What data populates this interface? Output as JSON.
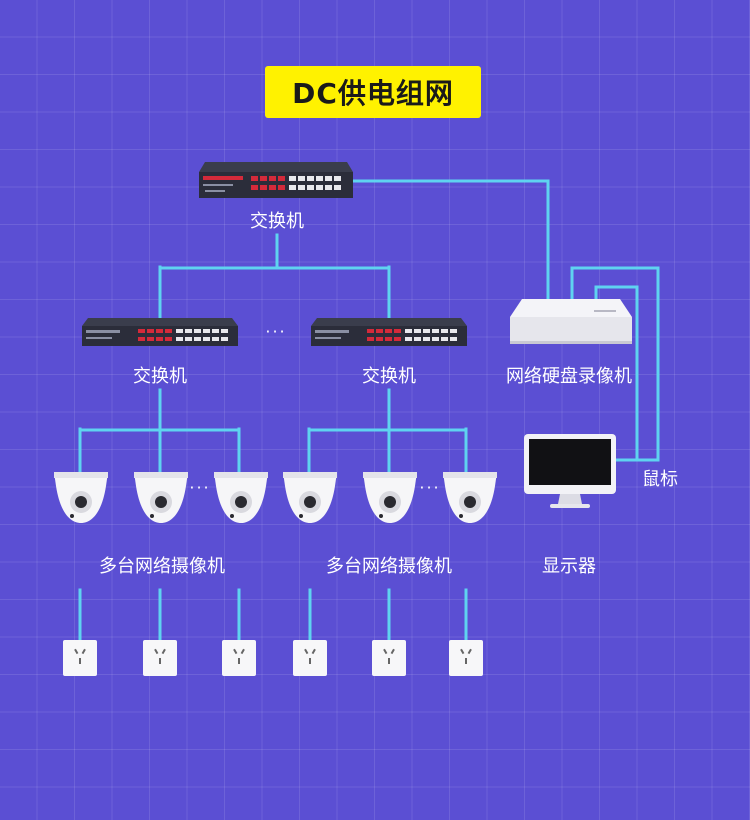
{
  "title": "DC供电组网",
  "labels": {
    "main_switch": "交换机",
    "left_switch": "交换机",
    "right_switch": "交换机",
    "nvr": "网络硬盘录像机",
    "mouse": "鼠标",
    "left_cameras": "多台网络摄像机",
    "right_cameras": "多台网络摄像机",
    "monitor": "显示器"
  },
  "ellipsis": "···",
  "colors": {
    "background": "#5b4fd3",
    "wire": "#5fd3f0",
    "title_bg": "#fff200",
    "switch_body": "#2b2d3a",
    "port_red": "#d42a3a"
  },
  "icons": {
    "switch": "network-switch-icon",
    "nvr": "nvr-box-icon",
    "camera": "dome-camera-icon",
    "outlet": "power-outlet-icon",
    "monitor": "monitor-icon"
  }
}
